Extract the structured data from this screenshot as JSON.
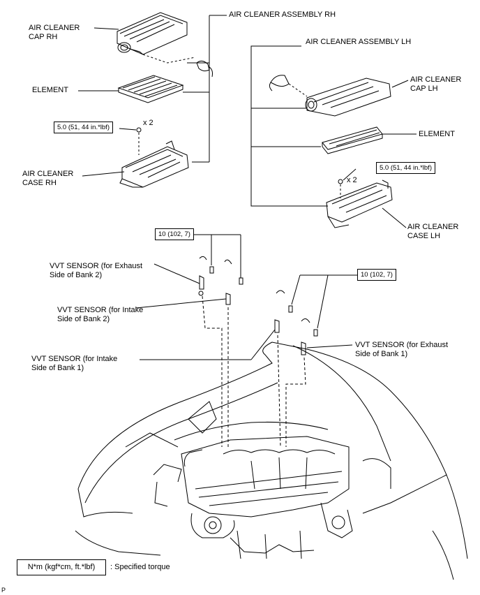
{
  "labels": {
    "assembly_rh": "AIR CLEANER ASSEMBLY RH",
    "cap_rh": "AIR CLEANER\nCAP RH",
    "element_rh": "ELEMENT",
    "case_rh": "AIR CLEANER\nCASE RH",
    "assembly_lh": "AIR CLEANER ASSEMBLY LH",
    "cap_lh": "AIR CLEANER\nCAP LH",
    "element_lh": "ELEMENT",
    "case_lh": "AIR CLEANER\nCASE LH",
    "vvt_ex_b2": "VVT SENSOR (for Exhaust\nSide of Bank 2)",
    "vvt_in_b2": "VVT SENSOR (for Intake\nSide of Bank 2)",
    "vvt_in_b1": "VVT SENSOR (for Intake\nSide of Bank 1)",
    "vvt_ex_b1": "VVT SENSOR (for Exhaust\nSide of Bank 1)"
  },
  "torques": {
    "rh_case": "5.0 (51, 44 in.*lbf)",
    "rh_qty": "x 2",
    "lh_case": "5.0 (51, 44 in.*lbf)",
    "lh_qty": "x 2",
    "vvt_bank2": "10 (102, 7)",
    "vvt_bank1": "10 (102, 7)"
  },
  "legend": {
    "unit_box": "N*m (kgf*cm, ft.*lbf)",
    "meaning": ": Specified torque"
  },
  "ref_code": "P"
}
